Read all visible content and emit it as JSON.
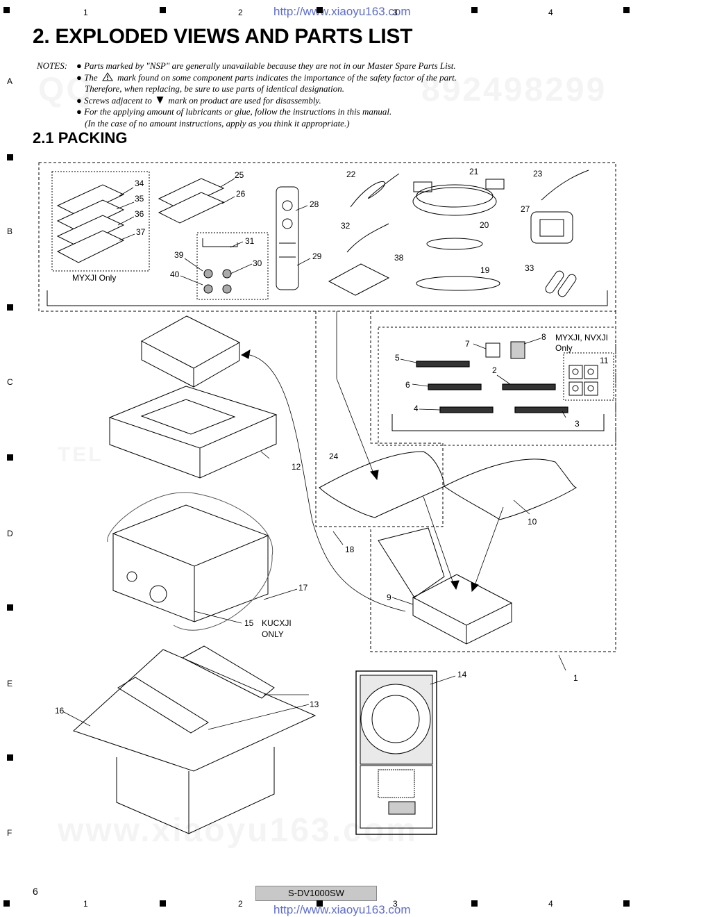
{
  "header": {
    "url": "http://www.xiaoyu163.com",
    "columns": [
      "1",
      "2",
      "3",
      "4"
    ]
  },
  "rows": [
    "A",
    "B",
    "C",
    "D",
    "E",
    "F"
  ],
  "title": "2. EXPLODED VIEWS AND PARTS LIST",
  "notes": {
    "label": "NOTES:",
    "lines": [
      "Parts marked by \"NSP\" are generally unavailable because they are not in our Master Spare Parts List.",
      "The",
      "mark found on some component parts indicates the importance of the safety factor of the part.",
      "Therefore, when replacing, be sure to use parts of identical designation.",
      "Screws adjacent to",
      "mark on product are used for disassembly.",
      "For the applying amount of lubricants or glue, follow the instructions in this manual.",
      "(In the case of no amount instructions, apply as you think it appropriate.)"
    ]
  },
  "section": "2.1  PACKING",
  "diagram": {
    "labels": {
      "myxji_only": "MYXJI Only",
      "myxji_nvxji": "MYXJI, NVXJI",
      "only": "Only",
      "kucxji": "KUCXJI",
      "only_caps": "ONLY"
    },
    "part_numbers": [
      "1",
      "2",
      "3",
      "4",
      "5",
      "6",
      "7",
      "8",
      "9",
      "10",
      "11",
      "12",
      "13",
      "14",
      "15",
      "16",
      "17",
      "18",
      "19",
      "20",
      "21",
      "22",
      "23",
      "24",
      "25",
      "26",
      "27",
      "28",
      "29",
      "30",
      "31",
      "32",
      "33",
      "34",
      "35",
      "36",
      "37",
      "38",
      "39",
      "40"
    ]
  },
  "watermarks": [
    "QQ",
    "892498299",
    "TEL",
    "www.xiaoyu163.com"
  ],
  "footer": {
    "page": "6",
    "model": "S-DV1000SW",
    "url": "http://www.xiaoyu163.com"
  }
}
